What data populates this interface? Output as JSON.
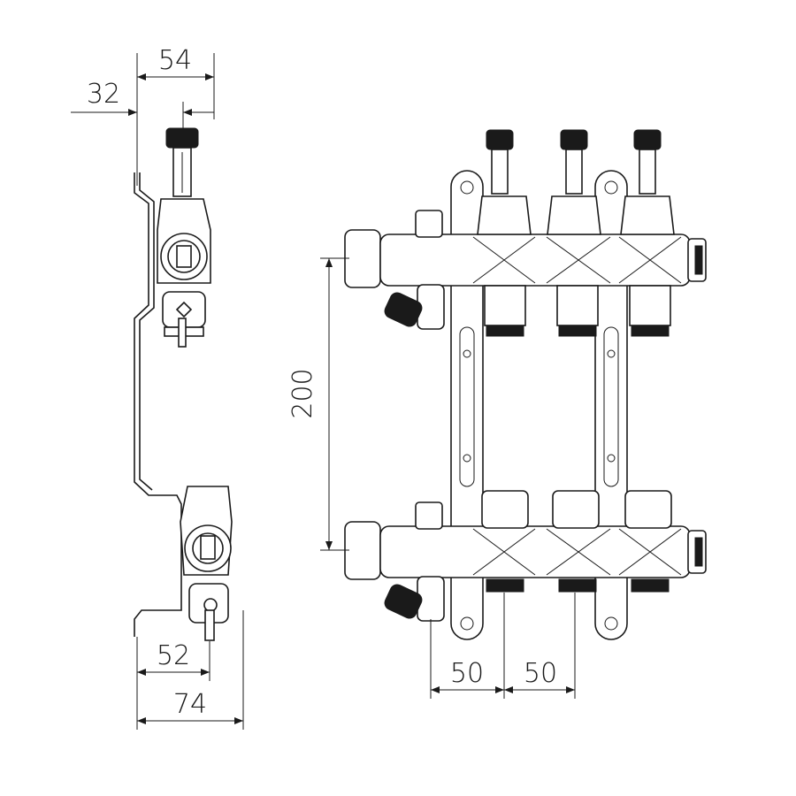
{
  "dimensions": {
    "side_top_width": "54",
    "side_offset": "32",
    "manifold_spacing_vertical": "200",
    "side_bottom_inner": "52",
    "side_bottom_outer": "74",
    "outlet_spacing_1": "50",
    "outlet_spacing_2": "50"
  },
  "colors": {
    "line": "#1a1a1a",
    "background": "#ffffff"
  }
}
